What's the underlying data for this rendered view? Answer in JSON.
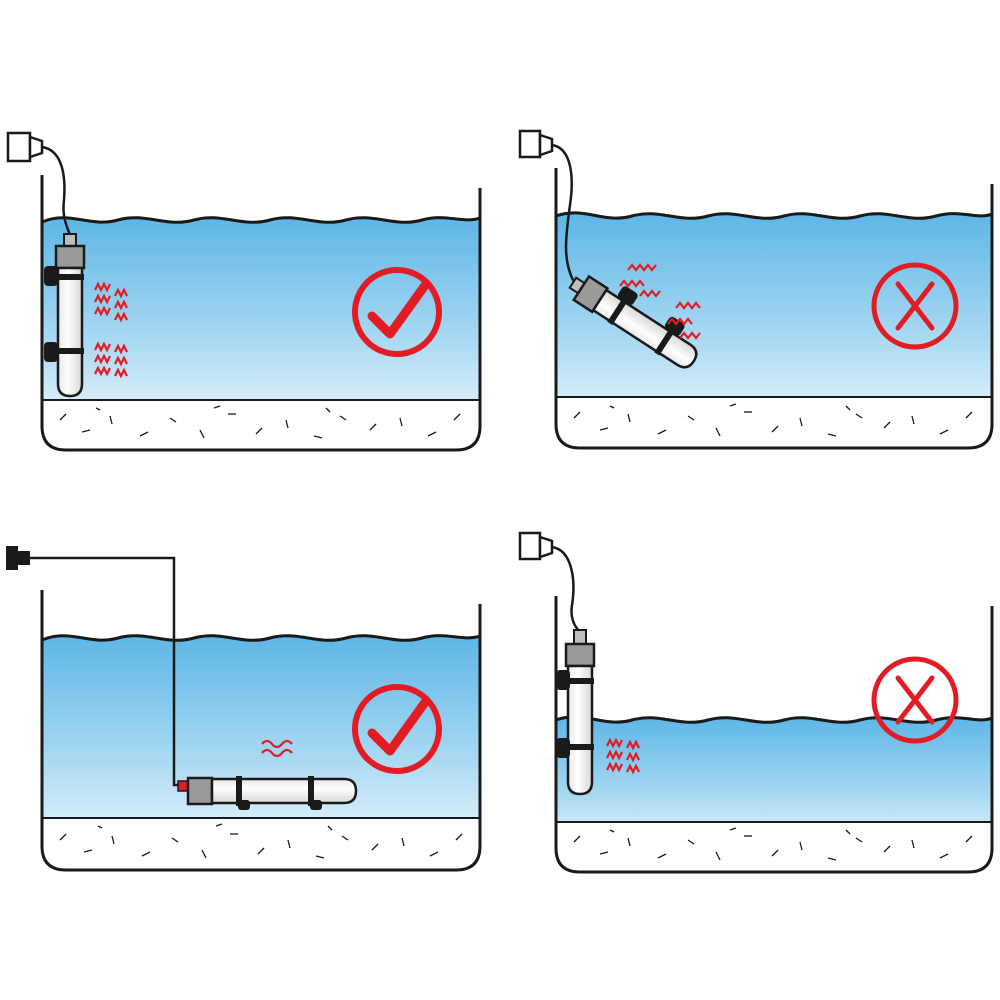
{
  "panels": [
    {
      "id": "vertical-full",
      "placement": "vertical",
      "water": "full",
      "verdict": "correct",
      "heat_waves": true
    },
    {
      "id": "tilted-full",
      "placement": "tilted",
      "water": "full",
      "verdict": "incorrect",
      "heat_waves": true
    },
    {
      "id": "horizontal-bottom",
      "placement": "horizontal",
      "water": "full",
      "verdict": "correct",
      "heat_waves": true
    },
    {
      "id": "vertical-low-water",
      "placement": "vertical",
      "water": "low",
      "verdict": "incorrect",
      "heat_waves": true
    }
  ],
  "colors": {
    "outline": "#1a1a1a",
    "water_top": "#5db6e6",
    "water_bottom": "#eef8fd",
    "verdict_red": "#e31b23",
    "gravel": "#ffffff",
    "heater_glass": "#ffffff",
    "heater_cap": "#9a9a9a"
  },
  "icons": [
    "plug-icon",
    "heater-icon",
    "check-icon",
    "cross-icon",
    "heat-wave-icon"
  ]
}
